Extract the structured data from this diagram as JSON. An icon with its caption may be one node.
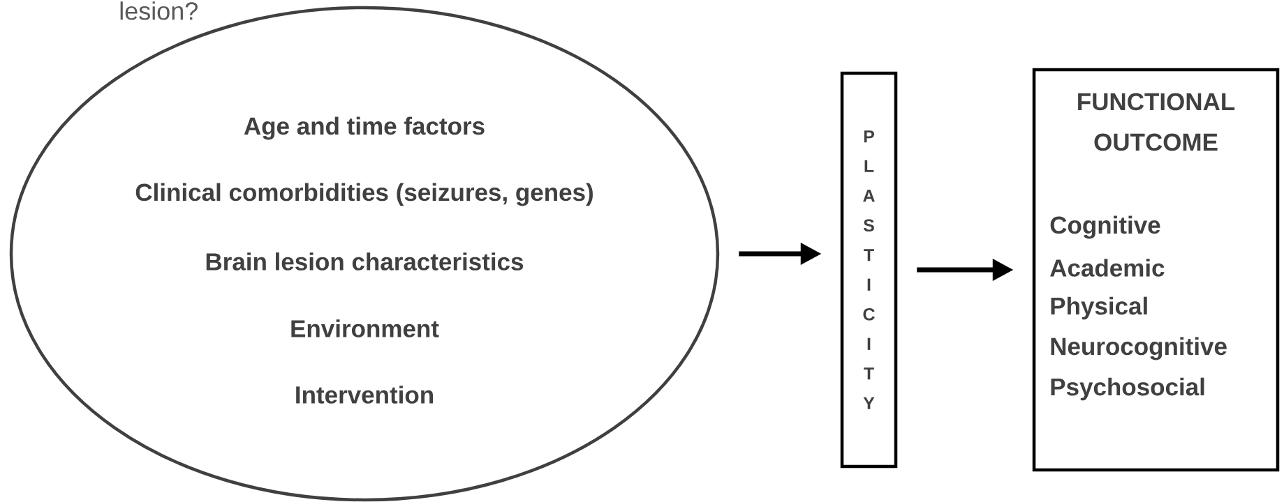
{
  "diagram": {
    "nodes": [
      {
        "text": [
          "Age and time factors",
          "Clinical comorbidities (seizures, genes)",
          "Brain lesion characteristics",
          "Environment",
          "Intervention"
        ]
      },
      {
        "text": [
          "P L A S T I C I T Y"
        ]
      },
      {
        "text": [
          "FUNCTIONAL OUTCOME",
          "Cognitive",
          "Academic",
          "Physical",
          "Neurocognitive",
          "Psychosocial"
        ]
      }
    ],
    "edges": [
      {
        "from": 0,
        "to": 1,
        "arrow": "to"
      },
      {
        "from": 1,
        "to": 2,
        "arrow": "to"
      }
    ],
    "labels": [
      "lesion?"
    ]
  }
}
